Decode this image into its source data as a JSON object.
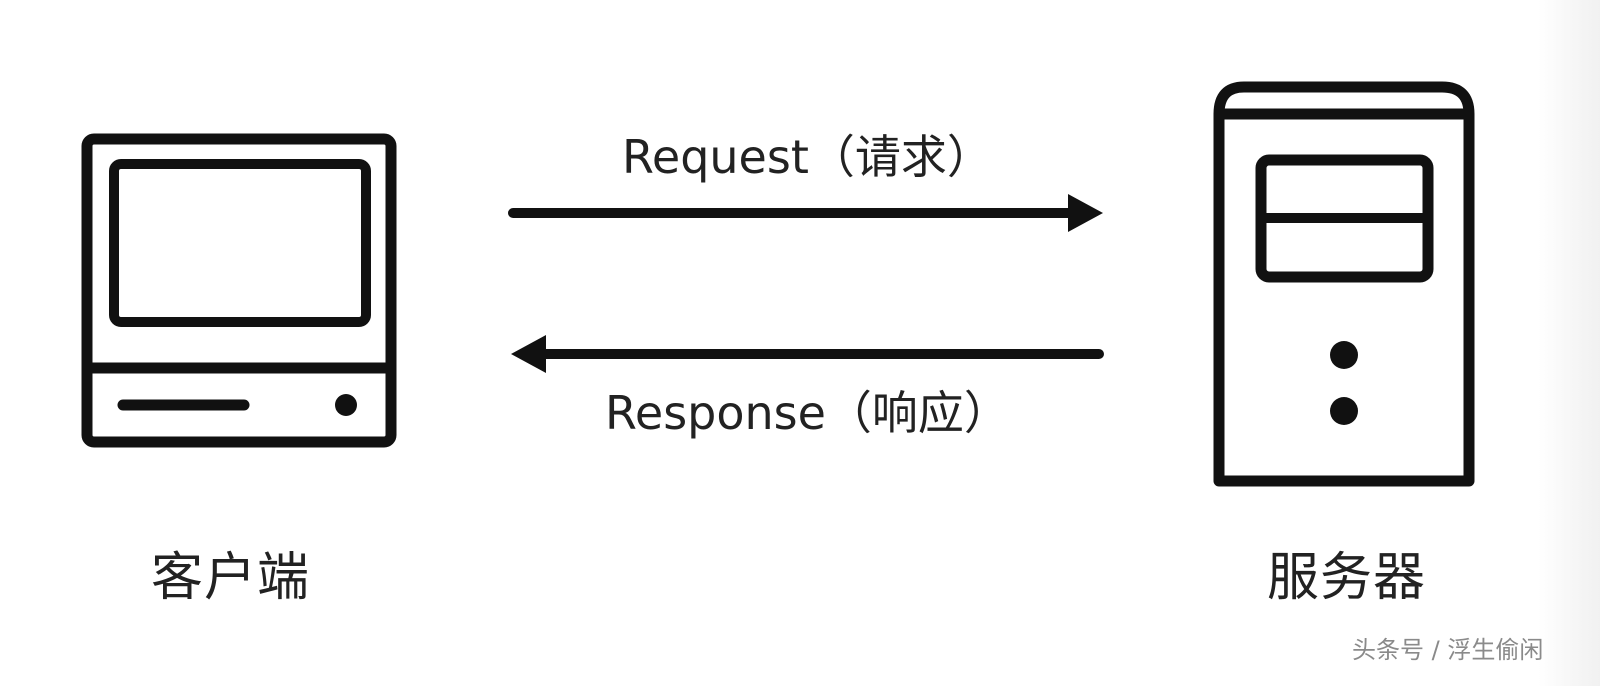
{
  "arrows": {
    "request_label": "Request（请求）",
    "response_label": "Response（响应）"
  },
  "nodes": {
    "client_label": "客户端",
    "server_label": "服务器"
  },
  "watermark": "头条号 / 浮生偷闲",
  "colors": {
    "stroke": "#111111",
    "text": "#222222",
    "watermark": "#8a8a8a",
    "background": "#ffffff"
  },
  "icons": {
    "client": "desktop-computer-icon",
    "server": "server-tower-icon"
  }
}
